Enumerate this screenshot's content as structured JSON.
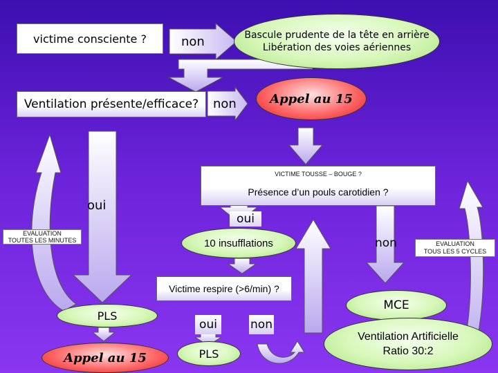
{
  "nodes": {
    "victime_consciente": "victime consciente ?",
    "non_1": "non",
    "bascule_line1": "Bascule prudente de la tête en arrière",
    "bascule_line2": "Libération des voies aériennes",
    "ventilation": "Ventilation présente/efficace?",
    "non_2": "non",
    "appel_15_top": "Appel au 15",
    "victime_tousse": "VICTIME TOUSSE – BOUGE ?",
    "presence_pouls": "Présence d’un pouls carotidien ?",
    "oui_left": "oui",
    "oui_mid": "oui",
    "evaluation_left_1": "EVALUATION",
    "evaluation_left_2": "TOUTES LES MINUTES",
    "insufflations": "10 insufflations",
    "non_3": "non",
    "evaluation_right_1": "EVALUATION",
    "evaluation_right_2": "TOUS LES 5 CYCLES",
    "victime_respire": "Victime respire (>6/min) ?",
    "mce": "MCE",
    "pls_left": "PLS",
    "oui_bottom": "oui",
    "non_bottom": "non",
    "ventilation_art_1": "Ventilation Artificielle",
    "ventilation_art_2": "Ratio 30:2",
    "appel_15_bottom": "Appel au 15",
    "pls_bottom": "PLS"
  },
  "colors": {
    "background_top": "#3c0fb0",
    "background_bottom": "#8a36f0",
    "ellipse_green": "#d6f7b8",
    "ellipse_red": "#ff6a6a",
    "arrow_fill": "#ffffff",
    "arrow_shade": "#b9a8ee"
  }
}
